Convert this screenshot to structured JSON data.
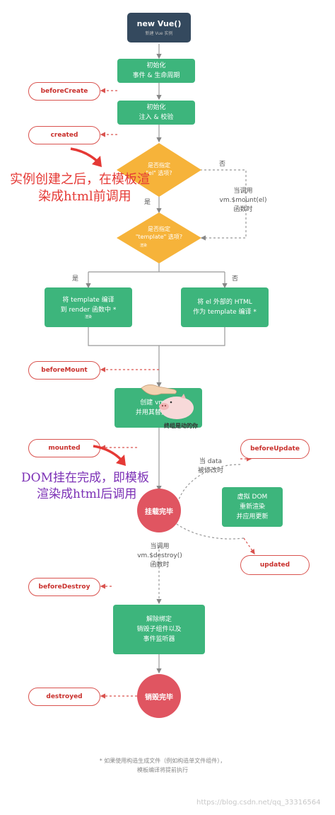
{
  "start": {
    "title": "new Vue()",
    "subtitle": "新建 Vue 实例"
  },
  "steps": {
    "init_events": [
      "初始化",
      "事件 & 生命周期"
    ],
    "init_inject": [
      "初始化",
      "注入 & 校验"
    ],
    "compile_template": [
      "将 template 编译",
      "到 render 函数中 *"
    ],
    "compile_template_small": "渲染",
    "compile_el": [
      "将 el 外部的 HTML",
      "作为 template 编译 *"
    ],
    "create_el": [
      "创建 vm.$el",
      "并用其替换 \"el\""
    ],
    "teardown": [
      "解除绑定",
      "销毁子组件以及",
      "事件监听器"
    ],
    "vdom": [
      "虚拟 DOM",
      "重新渲染",
      "并应用更新"
    ]
  },
  "hooks": {
    "beforeCreate": "beforeCreate",
    "created": "created",
    "beforeMount": "beforeMount",
    "mounted": "mounted",
    "beforeUpdate": "beforeUpdate",
    "updated": "updated",
    "beforeDestroy": "beforeDestroy",
    "destroyed": "destroyed"
  },
  "decisions": {
    "has_el": [
      "是否指定",
      "\"el\" 选项?"
    ],
    "has_template": [
      "是否指定",
      "\"template\" 选项?"
    ],
    "has_template_small": "渲染"
  },
  "labels": {
    "no_1": "否",
    "yes_1": "是",
    "yes_2": "是",
    "no_2": "否",
    "when_mount": [
      "当调用",
      "vm.$mount(el)",
      "函数时"
    ],
    "data_changed": [
      "当 data",
      "被修改时"
    ],
    "when_destroy": [
      "当调用",
      "vm.$destroy()",
      "函数时"
    ]
  },
  "states": {
    "mounted": "挂载完毕",
    "destroyed": "销毁完毕"
  },
  "annotations": {
    "created_note": [
      "实例创建之后，在模板渲",
      "染成html前调用"
    ],
    "mounted_note": [
      "DOM挂在完成，即模板",
      "渲染成html后调用"
    ],
    "sticker_caption": "终组是动的你"
  },
  "footer": [
    "* 如果使用构造生成文件（例如构造单文件组件），",
    "模板编译将提前执行"
  ],
  "watermark": "https://blog.csdn.net/qq_33316564",
  "colors": {
    "green": "#3db57c",
    "red": "#e05561",
    "orange": "#f6b33a",
    "hook_border": "#d9534f",
    "dark": "#34495e"
  }
}
